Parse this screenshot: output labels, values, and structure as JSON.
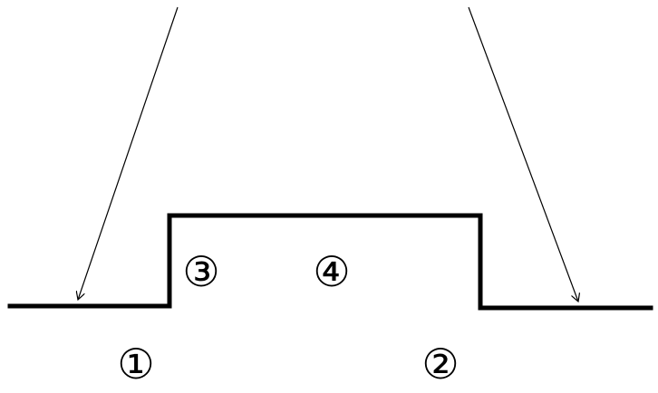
{
  "diagram": {
    "labels": {
      "one": "①",
      "two": "②",
      "three": "③",
      "four": "④"
    },
    "colors": {
      "profile": "#000000",
      "arrows": "#000000",
      "background": "#ffffff"
    }
  }
}
